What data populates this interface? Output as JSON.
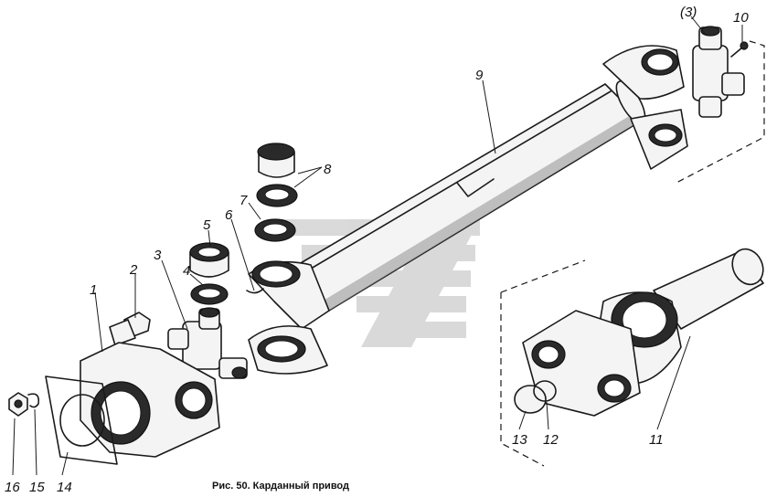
{
  "figure": {
    "caption": "Рис. 50. Карданный привод"
  },
  "callouts": [
    {
      "id": "1",
      "text": "1"
    },
    {
      "id": "2",
      "text": "2"
    },
    {
      "id": "3",
      "text": "3"
    },
    {
      "id": "4",
      "text": "4"
    },
    {
      "id": "5",
      "text": "5"
    },
    {
      "id": "6",
      "text": "6"
    },
    {
      "id": "7",
      "text": "7"
    },
    {
      "id": "8",
      "text": "8"
    },
    {
      "id": "9",
      "text": "9"
    },
    {
      "id": "3b",
      "text": "(3)"
    },
    {
      "id": "10",
      "text": "10"
    },
    {
      "id": "11",
      "text": "11"
    },
    {
      "id": "12",
      "text": "12"
    },
    {
      "id": "13",
      "text": "13"
    },
    {
      "id": "14",
      "text": "14"
    },
    {
      "id": "15",
      "text": "15"
    },
    {
      "id": "16",
      "text": "16"
    }
  ]
}
